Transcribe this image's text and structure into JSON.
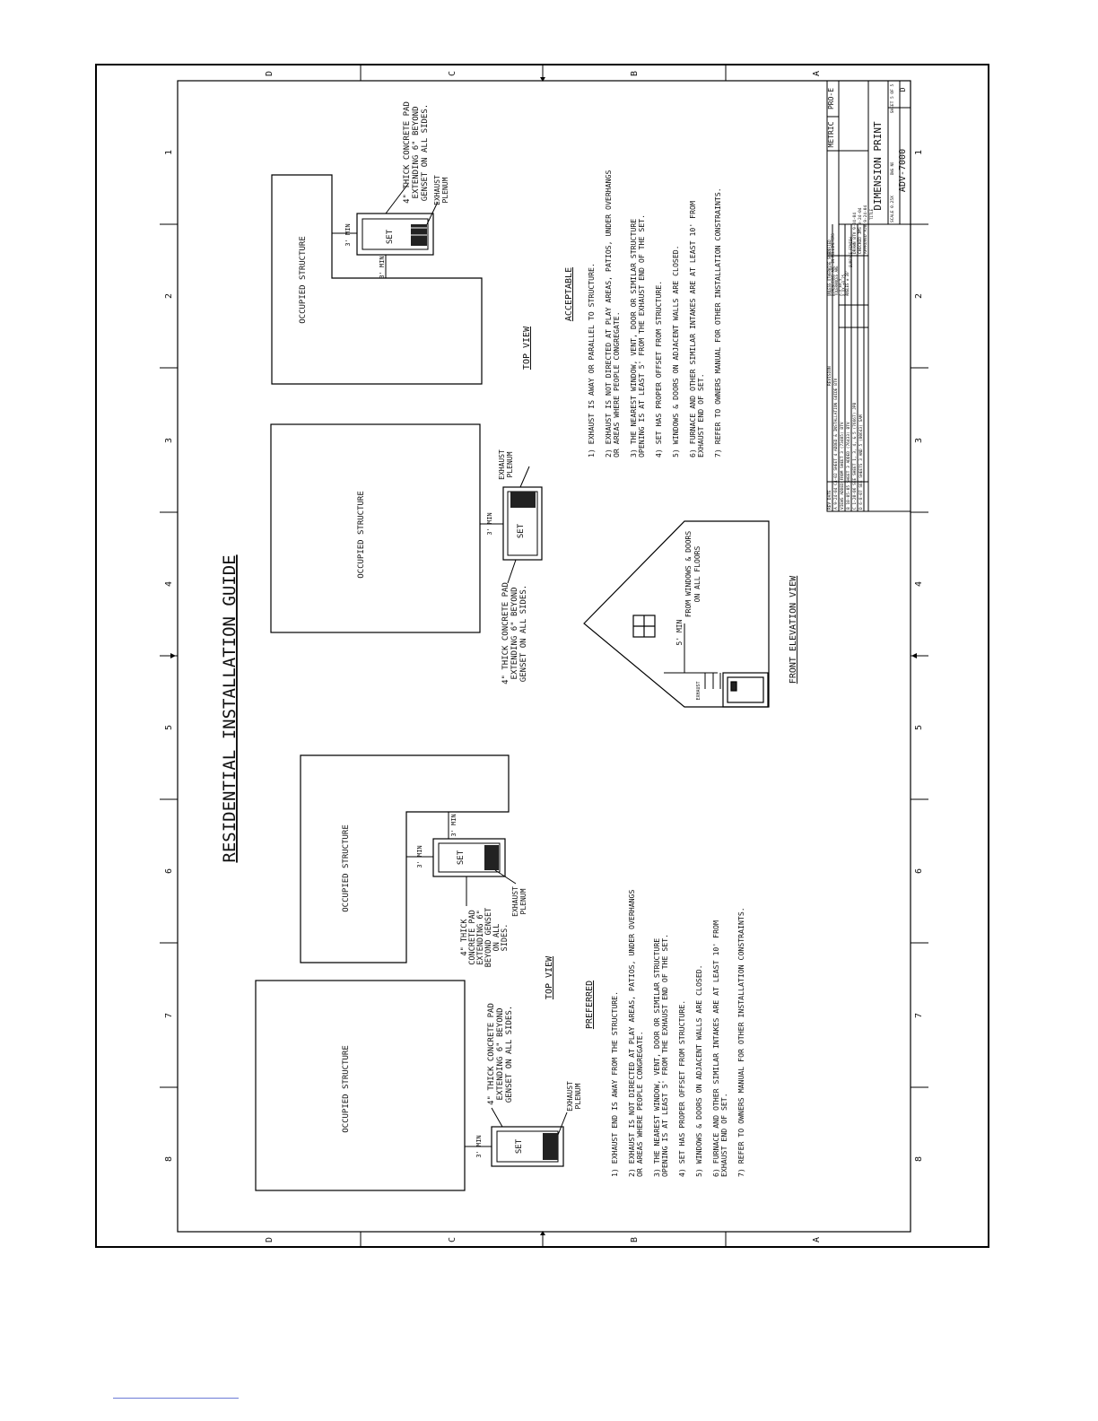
{
  "zones": {
    "top": [
      "D",
      "C",
      "B",
      "A"
    ],
    "bottom": [
      "D",
      "C",
      "B",
      "A"
    ],
    "left": [
      "1",
      "2",
      "3",
      "4",
      "5",
      "6",
      "7",
      "8"
    ],
    "right": [
      "1",
      "2",
      "3",
      "4",
      "5",
      "6",
      "7",
      "8"
    ]
  },
  "title": "RESIDENTIAL INSTALLATION GUIDE",
  "labels": {
    "occupied": "OCCUPIED STRUCTURE",
    "set": "SET",
    "exhaust_plenum": [
      "EXHAUST",
      "PLENUM"
    ],
    "pad_note": [
      "4\" THICK CONCRETE PAD",
      "EXTENDING 6\" BEYOND",
      "GENSET ON ALL SIDES."
    ],
    "pad_note_narrow": [
      "4\" THICK",
      "CONCRETE PAD",
      "EXTENDING 6\"",
      "BEYOND GENSET",
      "ON ALL",
      "SIDES."
    ],
    "dim_3min": [
      "3'",
      "MIN"
    ],
    "dim_5min": "5' MIN",
    "dim_5min_floors": [
      "FROM WINDOWS & DOORS",
      "ON ALL FLOORS"
    ],
    "exhaust_small": "EXHAUST",
    "top_view": "TOP VIEW",
    "front_elevation": "FRONT ELEVATION VIEW"
  },
  "acceptable": {
    "heading": "ACCEPTABLE",
    "items": [
      [
        "1) EXHAUST IS  AWAY OR PARALLEL TO STRUCTURE."
      ],
      [
        "2) EXHAUST IS NOT DIRECTED AT PLAY AREAS, PATIOS, UNDER OVERHANGS",
        "   OR AREAS WHERE PEOPLE CONGREGATE."
      ],
      [
        "3) THE NEAREST WINDOW, VENT, DOOR OR SIMILAR STRUCTURE",
        "   OPENING IS AT LEAST 5' FROM THE EXHAUST END OF THE SET."
      ],
      [
        "4) SET HAS PROPER OFFSET FROM STRUCTURE."
      ],
      [
        "5) WINDOWS & DOORS ON ADJACENT WALLS ARE CLOSED."
      ],
      [
        "6) FURNACE AND OTHER SIMILAR INTAKES ARE AT LEAST 10' FROM",
        "   EXHAUST END OF SET."
      ],
      [
        "7) REFER TO OWNERS MANUAL FOR OTHER INSTALLATION CONSTRAINTS."
      ]
    ]
  },
  "preferred": {
    "heading": "PREFERRED",
    "items": [
      [
        "1) EXHAUST END IS AWAY FROM THE STRUCTURE."
      ],
      [
        "2) EXHAUST IS NOT DIRECTED AT PLAY AREAS, PATIOS, UNDER OVERHANGS",
        "   OR AREAS WHERE PEOPLE CONGREGATE."
      ],
      [
        "3) THE NEAREST WINDOW, VENT, DOOR OR SIMILAR STRUCTURE",
        "   OPENING IS AT LEAST 5' FROM THE EXHAUST END OF THE SET."
      ],
      [
        "4) SET HAS PROPER OFFSET FROM STRUCTURE."
      ],
      [
        "5) WINDOWS & DOORS ON ADJACENT WALLS ARE CLOSED."
      ],
      [
        "6) FURNACE AND OTHER SIMILAR INTAKES ARE AT LEAST 10' FROM",
        "   EXHAUST END OF SET."
      ],
      [
        "7) REFER TO OWNERS MANUAL FOR OTHER INSTALLATION CONSTRAINTS."
      ]
    ]
  },
  "title_block": {
    "metric": "METRIC",
    "pro_e": "PRO-E",
    "rev_header": [
      "REV",
      "DATE",
      "REVISION",
      "BY"
    ],
    "revisions": [
      [
        "A",
        "9-24-04",
        "C4-02 SHEET 4 ADDED & INSTALLATION GUIDE",
        "BTV"
      ],
      [
        "",
        "",
        "VIEWS ADDED FROM SHEET 3 (73405)",
        "BTV"
      ],
      [
        "B",
        "10-05-05",
        "SHEET 3 ADDED (76433)",
        "BTV"
      ],
      [
        "C",
        "1-20-06",
        "SEE SHEET 1, 3, 4, & 5 (76667)",
        "JPB"
      ],
      [
        "D",
        "6-8-07",
        "SEE SHEETS 3 AND 5 (80643)",
        "SAM"
      ]
    ],
    "notes": [
      "UNLESS OTHERWISE SPECIFIED",
      "DIMENSIONS ARE IN MILLIMETERS",
      "TOLERANCES ARE",
      "X.X  ±0.5",
      "X.XX ±0.25",
      "ANGLES ± 30'"
    ],
    "surface_finish": "SURFACE FINISH",
    "approvals": [
      "DRAWN",
      "BTV",
      "9-24-04"
    ],
    "approvals2": [
      "CHECKED",
      "JMS",
      "9-24-04"
    ],
    "approvals3": [
      "APPROVED",
      "AJB",
      "9-24-04"
    ],
    "title": "DIMENSION PRINT",
    "title_label": "TITLE",
    "scale": "SCALE 0.25X",
    "dwg_no_label": "DWG NO",
    "dwg_no": "ADV-7000",
    "sheet": "SHEET 5 OF 5",
    "rev": "D"
  }
}
